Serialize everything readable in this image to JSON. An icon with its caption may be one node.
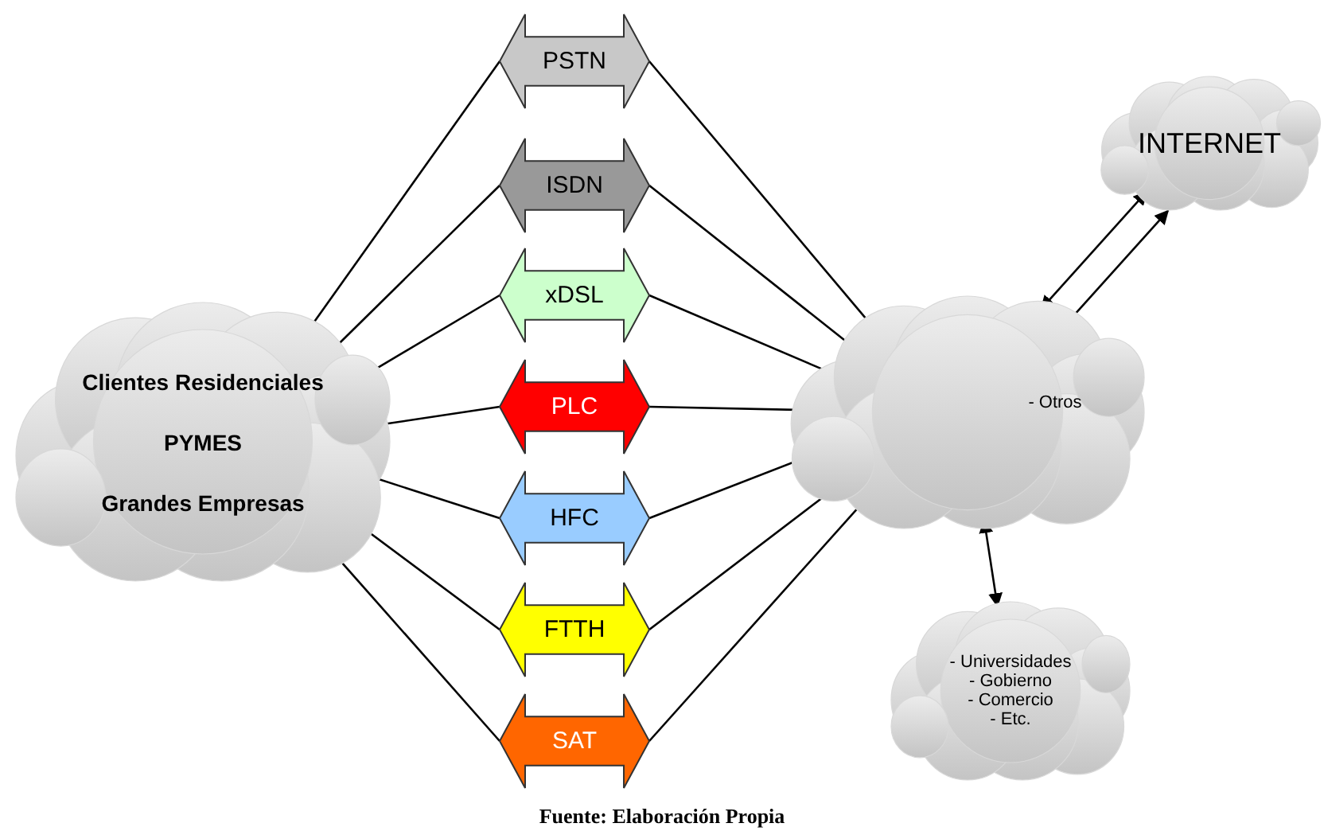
{
  "diagram": {
    "caption": "Fuente: Elaboración Propia",
    "nodes": [
      {
        "text": [
          "Clientes Residenciales",
          "PYMES",
          "Grandes Empresas"
        ]
      },
      {
        "text": [
          "PSTN"
        ]
      },
      {
        "text": [
          "ISDN"
        ]
      },
      {
        "text": [
          "xDSL"
        ]
      },
      {
        "text": [
          "PLC"
        ]
      },
      {
        "text": [
          "HFC"
        ]
      },
      {
        "text": [
          "FTTH"
        ]
      },
      {
        "text": [
          "SAT"
        ]
      },
      {
        "text": [
          "INTERNET"
        ]
      },
      {
        "text": [
          "- Otros"
        ]
      },
      {
        "text": [
          "- Universidades",
          "- Gobierno",
          "- Comercio",
          "- Etc."
        ]
      }
    ],
    "edges": [
      {
        "from": 0,
        "to": 1,
        "arrow": "none"
      },
      {
        "from": 0,
        "to": 2,
        "arrow": "none"
      },
      {
        "from": 0,
        "to": 3,
        "arrow": "none"
      },
      {
        "from": 0,
        "to": 4,
        "arrow": "none"
      },
      {
        "from": 0,
        "to": 5,
        "arrow": "none"
      },
      {
        "from": 0,
        "to": 6,
        "arrow": "none"
      },
      {
        "from": 0,
        "to": 7,
        "arrow": "none"
      },
      {
        "from": 1,
        "to": 9,
        "arrow": "none"
      },
      {
        "from": 2,
        "to": 9,
        "arrow": "none"
      },
      {
        "from": 3,
        "to": 9,
        "arrow": "none"
      },
      {
        "from": 4,
        "to": 9,
        "arrow": "none"
      },
      {
        "from": 5,
        "to": 9,
        "arrow": "none"
      },
      {
        "from": 6,
        "to": 9,
        "arrow": "none"
      },
      {
        "from": 7,
        "to": 9,
        "arrow": "none"
      },
      {
        "from": 9,
        "to": 8,
        "arrow": "both"
      },
      {
        "from": 9,
        "to": 8,
        "arrow": "both"
      },
      {
        "from": 9,
        "to": 10,
        "arrow": "both"
      }
    ]
  }
}
